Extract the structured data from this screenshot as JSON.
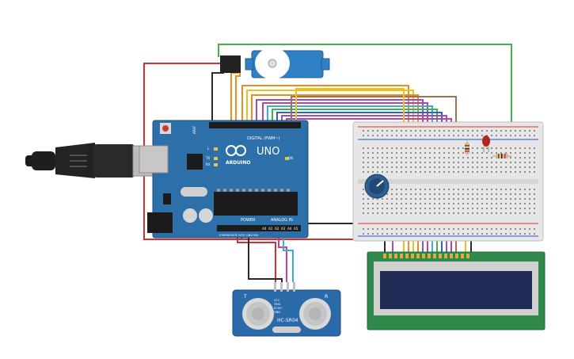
{
  "arduino": {
    "brand": "ARDUINO",
    "model": "UNO",
    "digital_header": "DIGITAL (PWM~)",
    "power_header": "POWER",
    "analog_header": "ANALOG IN",
    "on_led_label": "ON",
    "l_led_label": "L",
    "tx_label": "TX",
    "rx_label": "RX",
    "aref_label": "AREF",
    "gnd_label": "GND",
    "ioref_label": "IOREF",
    "reset_label": "RESET",
    "v33_label": "3.3V",
    "v5_label": "5V",
    "vin_label": "VIN",
    "pin_a0": "A0",
    "pin_a1": "A1",
    "pin_a2": "A2",
    "pin_a3": "A3",
    "pin_a4": "A4",
    "pin_a5": "A5"
  },
  "sensor": {
    "model": "HC-SR04",
    "pin_vcc": "VCC",
    "pin_trig": "TRIG",
    "pin_echo": "ECHO",
    "pin_gnd": "GND",
    "left_label": "T",
    "right_label": "R"
  },
  "colors": {
    "arduino_board": "#2d6fa8",
    "breadboard": "#e6e6e6",
    "lcd_pcb": "#2f8a4c",
    "lcd_screen": "#1f2a55",
    "servo": "#2f80c4",
    "sensor": "#2b6aa8",
    "wire_red": "#d22f2f",
    "wire_black": "#2a2a2a",
    "wire_green": "#42b34a",
    "wire_orange": "#ef8a1e",
    "wire_yellow": "#ecc21a",
    "wire_purple": "#9a4fbf",
    "wire_magenta": "#c33ea8",
    "wire_cyan": "#31b3d6",
    "wire_blue": "#2f62c4",
    "wire_brown": "#a0714a"
  }
}
